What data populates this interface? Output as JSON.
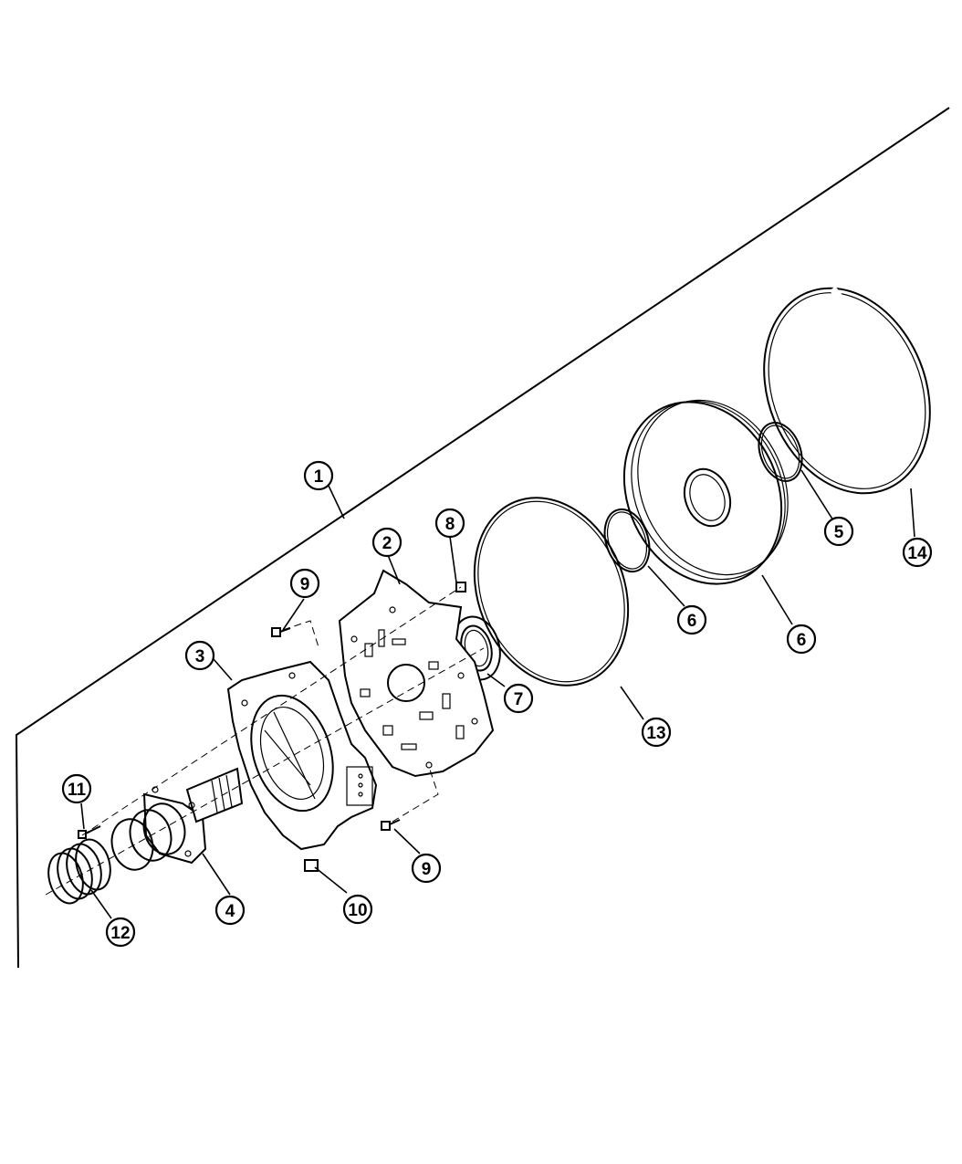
{
  "diagram": {
    "callouts": [
      {
        "id": "c1",
        "label": "1"
      },
      {
        "id": "c2",
        "label": "2"
      },
      {
        "id": "c3",
        "label": "3"
      },
      {
        "id": "c4",
        "label": "4"
      },
      {
        "id": "c5",
        "label": "5"
      },
      {
        "id": "c6a",
        "label": "6"
      },
      {
        "id": "c6b",
        "label": "6"
      },
      {
        "id": "c7",
        "label": "7"
      },
      {
        "id": "c8",
        "label": "8"
      },
      {
        "id": "c9a",
        "label": "9"
      },
      {
        "id": "c9b",
        "label": "9"
      },
      {
        "id": "c10",
        "label": "10"
      },
      {
        "id": "c11",
        "label": "11"
      },
      {
        "id": "c12",
        "label": "12"
      },
      {
        "id": "c13",
        "label": "13"
      },
      {
        "id": "c14",
        "label": "14"
      }
    ]
  }
}
